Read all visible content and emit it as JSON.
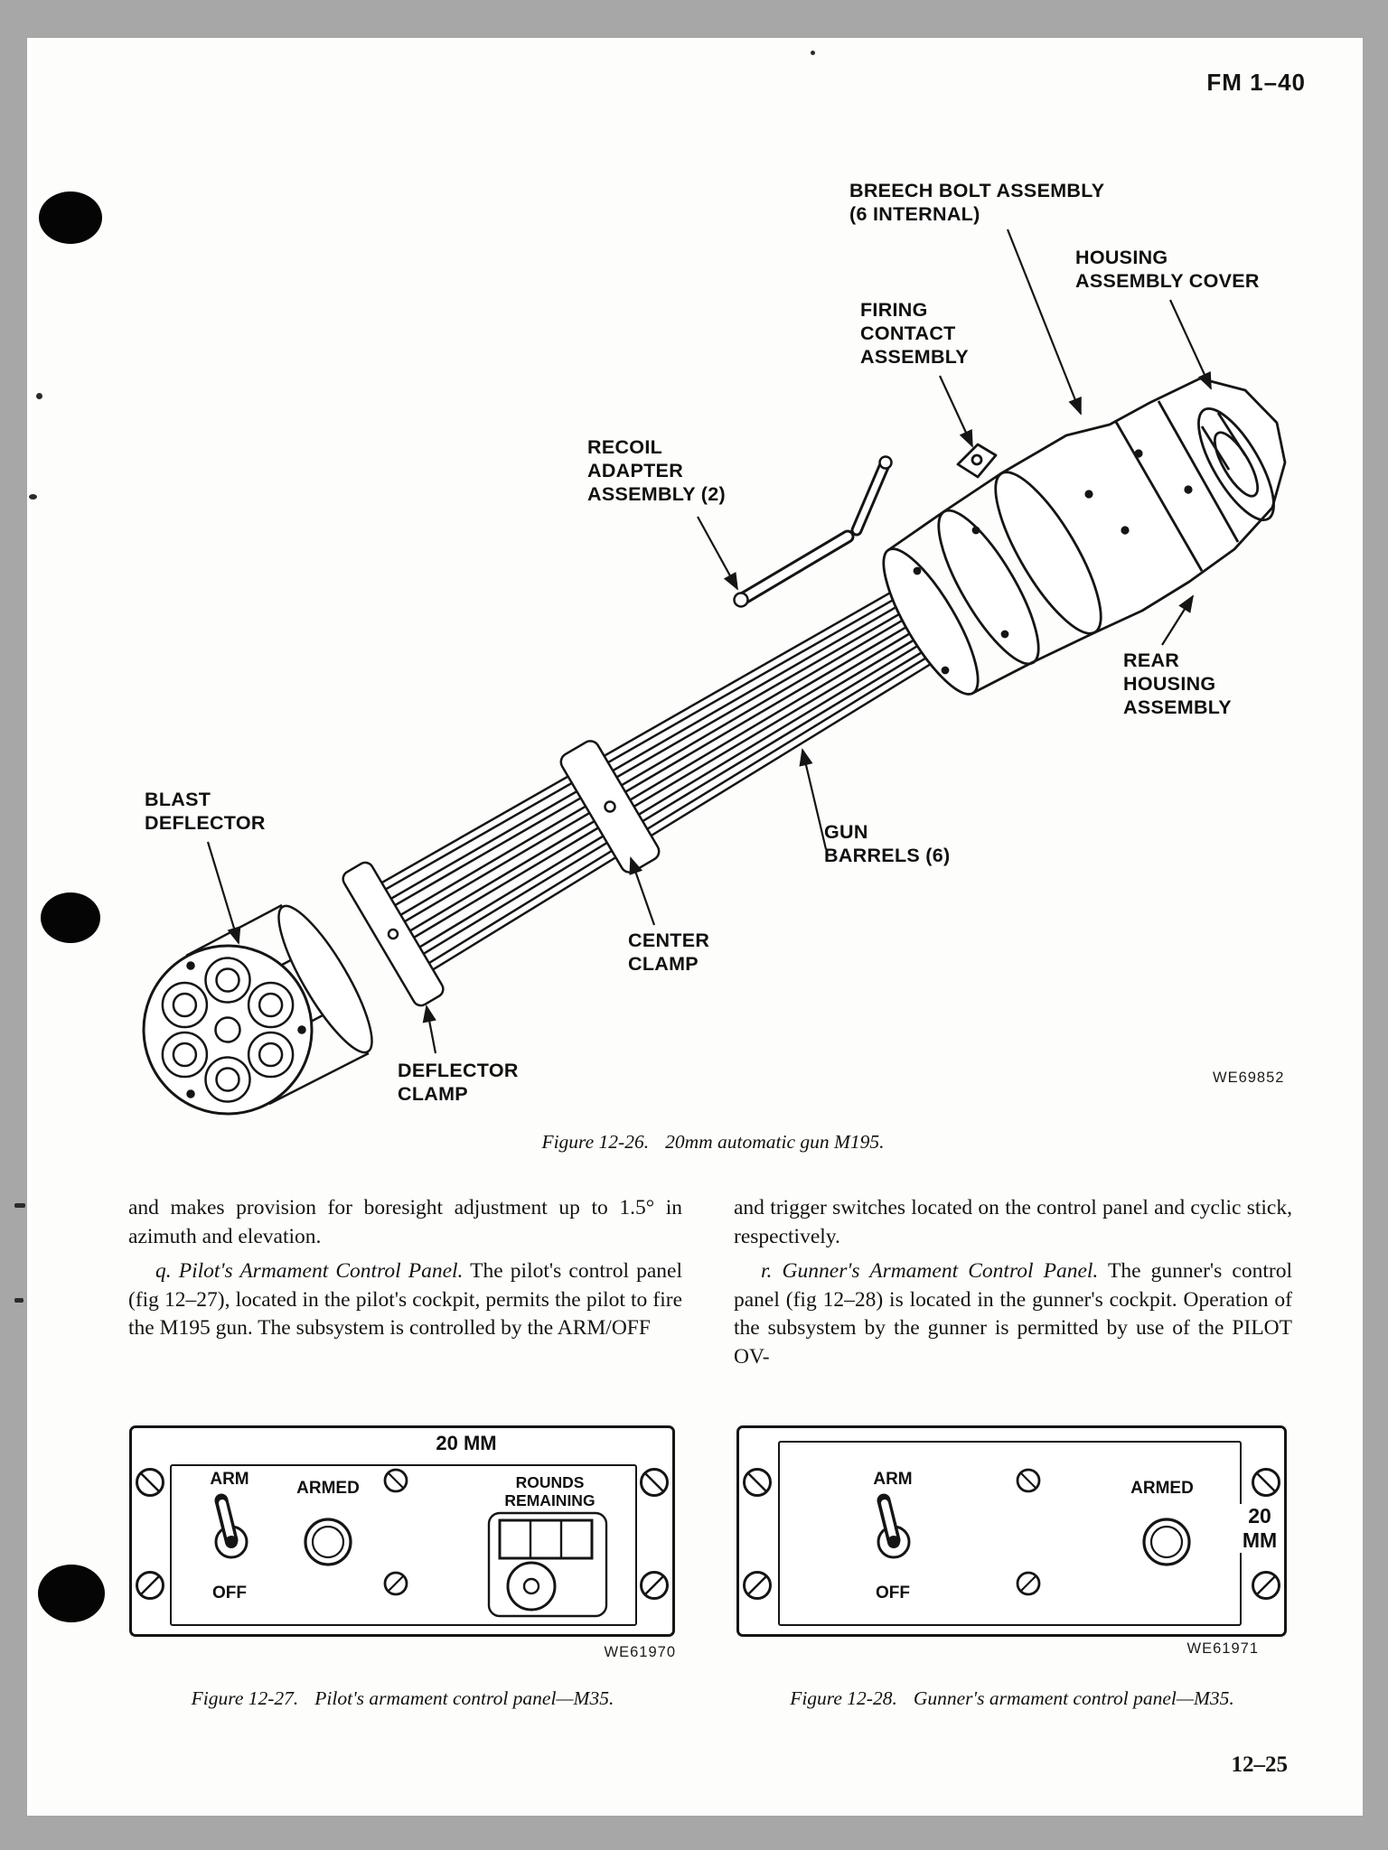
{
  "header": {
    "doc_code": "FM 1–40"
  },
  "figure26": {
    "labels": {
      "breech_bolt": "BREECH BOLT ASSEMBLY\n(6 INTERNAL)",
      "housing_cover": "HOUSING\nASSEMBLY COVER",
      "firing_contact": "FIRING\nCONTACT\nASSEMBLY",
      "recoil_adapter": "RECOIL\nADAPTER\nASSEMBLY (2)",
      "rear_housing": "REAR\nHOUSING\nASSEMBLY",
      "blast_deflector": "BLAST\nDEFLECTOR",
      "gun_barrels": "GUN\nBARRELS (6)",
      "center_clamp": "CENTER\nCLAMP",
      "deflector_clamp": "DEFLECTOR\nCLAMP"
    },
    "photo_id": "WE69852",
    "caption_label": "Figure 12-26.",
    "caption_text": "20mm automatic gun M195."
  },
  "body": {
    "left": {
      "p1": "and makes provision for boresight adjustment up to 1.5° in azimuth and elevation.",
      "p2_lead": "q. Pilot's Armament Control Panel.",
      "p2_text": " The pilot's control panel (fig 12–27), located in the pilot's cockpit, permits the pilot to fire the M195 gun. The subsystem is controlled by the ARM/OFF"
    },
    "right": {
      "p1": "and trigger switches located on the control panel and cyclic stick, respectively.",
      "p2_lead": "r. Gunner's Armament Control Panel.",
      "p2_text": " The gunner's control panel (fig 12–28) is located in the gunner's cockpit. Operation of the subsystem by the gunner is permitted by use of the PILOT OV-"
    }
  },
  "panel_pilot": {
    "caliber": "20 MM",
    "arm": "ARM",
    "off": "OFF",
    "armed": "ARMED",
    "rounds": "ROUNDS\nREMAINING",
    "photo_id": "WE61970",
    "caption_label": "Figure 12-27.",
    "caption_text": "Pilot's armament control panel—M35."
  },
  "panel_gunner": {
    "caliber": "20\nMM",
    "arm": "ARM",
    "off": "OFF",
    "armed": "ARMED",
    "photo_id": "WE61971",
    "caption_label": "Figure 12-28.",
    "caption_text": "Gunner's armament control panel—M35."
  },
  "footer": {
    "page_number": "12–25"
  }
}
